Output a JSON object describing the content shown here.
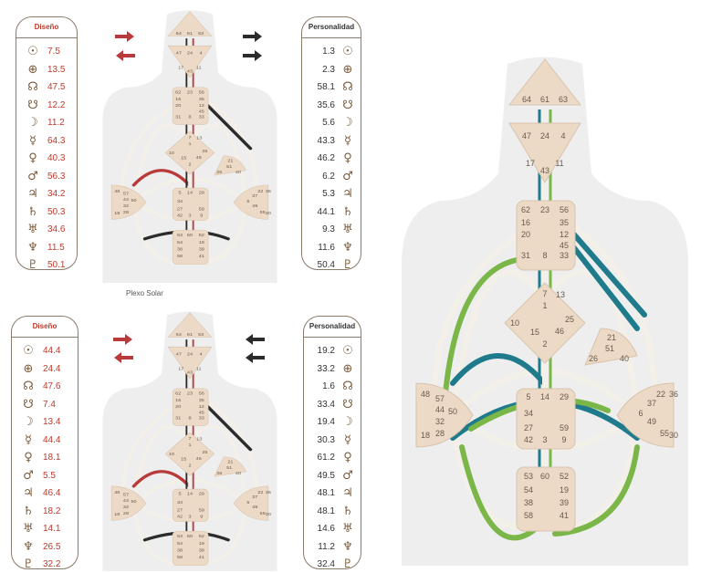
{
  "top": {
    "design": {
      "title": "Diseño",
      "rows": [
        {
          "planet": "sun-icon",
          "glyph": "☉",
          "value": "7.5"
        },
        {
          "planet": "earth-icon",
          "glyph": "⊕",
          "value": "13.5"
        },
        {
          "planet": "north-node-icon",
          "glyph": "☊",
          "value": "47.5"
        },
        {
          "planet": "south-node-icon",
          "glyph": "☋",
          "value": "12.2"
        },
        {
          "planet": "moon-icon",
          "glyph": "☽",
          "value": "11.2"
        },
        {
          "planet": "mercury-icon",
          "glyph": "☿",
          "value": "64.3"
        },
        {
          "planet": "venus-icon",
          "glyph": "♀",
          "value": "40.3"
        },
        {
          "planet": "mars-icon",
          "glyph": "♂",
          "value": "56.3"
        },
        {
          "planet": "jupiter-icon",
          "glyph": "♃",
          "value": "34.2"
        },
        {
          "planet": "saturn-icon",
          "glyph": "♄",
          "value": "50.3"
        },
        {
          "planet": "uranus-icon",
          "glyph": "♅",
          "value": "34.6"
        },
        {
          "planet": "neptune-icon",
          "glyph": "♆",
          "value": "11.5"
        },
        {
          "planet": "pluto-icon",
          "glyph": "♇",
          "value": "50.1"
        }
      ]
    },
    "personality": {
      "title": "Personalidad",
      "rows": [
        {
          "planet": "sun-icon",
          "glyph": "☉",
          "value": "1.3"
        },
        {
          "planet": "earth-icon",
          "glyph": "⊕",
          "value": "2.3"
        },
        {
          "planet": "north-node-icon",
          "glyph": "☊",
          "value": "58.1"
        },
        {
          "planet": "south-node-icon",
          "glyph": "☋",
          "value": "35.6"
        },
        {
          "planet": "moon-icon",
          "glyph": "☽",
          "value": "5.6"
        },
        {
          "planet": "mercury-icon",
          "glyph": "☿",
          "value": "43.3"
        },
        {
          "planet": "venus-icon",
          "glyph": "♀",
          "value": "46.2"
        },
        {
          "planet": "mars-icon",
          "glyph": "♂",
          "value": "6.2"
        },
        {
          "planet": "jupiter-icon",
          "glyph": "♃",
          "value": "5.3"
        },
        {
          "planet": "saturn-icon",
          "glyph": "♄",
          "value": "44.1"
        },
        {
          "planet": "uranus-icon",
          "glyph": "♅",
          "value": "9.3"
        },
        {
          "planet": "neptune-icon",
          "glyph": "♆",
          "value": "11.6"
        },
        {
          "planet": "pluto-icon",
          "glyph": "♇",
          "value": "50.4"
        }
      ]
    },
    "caption": "Plexo Solar"
  },
  "bottom": {
    "design": {
      "title": "Diseño",
      "rows": [
        {
          "planet": "sun-icon",
          "glyph": "☉",
          "value": "44.4"
        },
        {
          "planet": "earth-icon",
          "glyph": "⊕",
          "value": "24.4"
        },
        {
          "planet": "north-node-icon",
          "glyph": "☊",
          "value": "47.6"
        },
        {
          "planet": "south-node-icon",
          "glyph": "☋",
          "value": "7.4"
        },
        {
          "planet": "moon-icon",
          "glyph": "☽",
          "value": "13.4"
        },
        {
          "planet": "mercury-icon",
          "glyph": "☿",
          "value": "44.4"
        },
        {
          "planet": "venus-icon",
          "glyph": "♀",
          "value": "18.1"
        },
        {
          "planet": "mars-icon",
          "glyph": "♂",
          "value": "5.5"
        },
        {
          "planet": "jupiter-icon",
          "glyph": "♃",
          "value": "46.4"
        },
        {
          "planet": "saturn-icon",
          "glyph": "♄",
          "value": "18.2"
        },
        {
          "planet": "uranus-icon",
          "glyph": "♅",
          "value": "14.1"
        },
        {
          "planet": "neptune-icon",
          "glyph": "♆",
          "value": "26.5"
        },
        {
          "planet": "pluto-icon",
          "glyph": "♇",
          "value": "32.2"
        }
      ]
    },
    "personality": {
      "title": "Personalidad",
      "rows": [
        {
          "planet": "sun-icon",
          "glyph": "☉",
          "value": "19.2"
        },
        {
          "planet": "earth-icon",
          "glyph": "⊕",
          "value": "33.2"
        },
        {
          "planet": "north-node-icon",
          "glyph": "☊",
          "value": "1.6"
        },
        {
          "planet": "south-node-icon",
          "glyph": "☋",
          "value": "33.4"
        },
        {
          "planet": "moon-icon",
          "glyph": "☽",
          "value": "19.4"
        },
        {
          "planet": "mercury-icon",
          "glyph": "☿",
          "value": "30.3"
        },
        {
          "planet": "venus-icon",
          "glyph": "♀",
          "value": "61.2"
        },
        {
          "planet": "mars-icon",
          "glyph": "♂",
          "value": "49.5"
        },
        {
          "planet": "jupiter-icon",
          "glyph": "♃",
          "value": "48.1"
        },
        {
          "planet": "saturn-icon",
          "glyph": "♄",
          "value": "48.1"
        },
        {
          "planet": "uranus-icon",
          "glyph": "♅",
          "value": "14.6"
        },
        {
          "planet": "neptune-icon",
          "glyph": "♆",
          "value": "11.2"
        },
        {
          "planet": "pluto-icon",
          "glyph": "♇",
          "value": "32.4"
        }
      ]
    }
  },
  "colors": {
    "center_fill": "#ecd9c6",
    "design_red": "#b83a3a",
    "personality_black": "#2b2b2b",
    "teal": "#1f7b8c",
    "green": "#7ab648",
    "channel_inactive": "#f3efe9",
    "silhouette": "#eeeeee"
  },
  "big_chart": {
    "head": [
      "64",
      "61",
      "63"
    ],
    "ajna": [
      "47",
      "24",
      "4",
      "17",
      "43",
      "11"
    ],
    "throat": [
      "62",
      "23",
      "56",
      "16",
      "35",
      "20",
      "12",
      "45",
      "31",
      "8",
      "33"
    ],
    "g": [
      "7",
      "1",
      "13",
      "10",
      "25",
      "15",
      "46",
      "2"
    ],
    "ego": [
      "21",
      "51",
      "26",
      "40"
    ],
    "spleen": [
      "48",
      "57",
      "44",
      "50",
      "32",
      "28",
      "18"
    ],
    "sacral": [
      "5",
      "14",
      "29",
      "34",
      "27",
      "59",
      "42",
      "3",
      "9"
    ],
    "solar": [
      "22",
      "36",
      "37",
      "6",
      "49",
      "55",
      "30"
    ],
    "root": [
      "53",
      "60",
      "52",
      "54",
      "19",
      "38",
      "39",
      "58",
      "41"
    ]
  },
  "small_top": {
    "head": [
      "64",
      "61",
      "63"
    ],
    "ajna": [
      "47",
      "24",
      "4",
      "17",
      "43",
      "11"
    ],
    "throat": [
      "62",
      "23",
      "56",
      "16",
      "35",
      "20",
      "12",
      "45",
      "31",
      "8",
      "33"
    ],
    "g": [
      "7",
      "1",
      "13",
      "10",
      "25",
      "15",
      "46",
      "2"
    ],
    "ego": [
      "21",
      "51",
      "26",
      "40"
    ],
    "spleen": [
      "48",
      "57",
      "44",
      "50",
      "32",
      "28",
      "18"
    ],
    "sacral": [
      "5",
      "14",
      "29",
      "34",
      "27",
      "59",
      "42",
      "3",
      "9"
    ],
    "solar": [
      "22",
      "36",
      "37",
      "6",
      "49",
      "55",
      "30"
    ],
    "root": [
      "53",
      "60",
      "52",
      "54",
      "19",
      "38",
      "39",
      "58",
      "41"
    ]
  },
  "small_bottom": {
    "head": [
      "64",
      "61",
      "63"
    ],
    "ajna": [
      "47",
      "24",
      "4",
      "17",
      "43",
      "11"
    ],
    "throat": [
      "62",
      "23",
      "56",
      "16",
      "35",
      "20",
      "12",
      "45",
      "31",
      "8",
      "33"
    ],
    "g": [
      "7",
      "1",
      "13",
      "10",
      "25",
      "15",
      "46",
      "2"
    ],
    "ego": [
      "21",
      "51",
      "26",
      "40"
    ],
    "spleen": [
      "48",
      "57",
      "44",
      "50",
      "32",
      "28",
      "18"
    ],
    "sacral": [
      "5",
      "14",
      "29",
      "34",
      "27",
      "59",
      "42",
      "3",
      "9"
    ],
    "solar": [
      "22",
      "36",
      "37",
      "6",
      "49",
      "55",
      "30"
    ],
    "root": [
      "53",
      "60",
      "52",
      "54",
      "19",
      "38",
      "39",
      "58",
      "41"
    ]
  }
}
